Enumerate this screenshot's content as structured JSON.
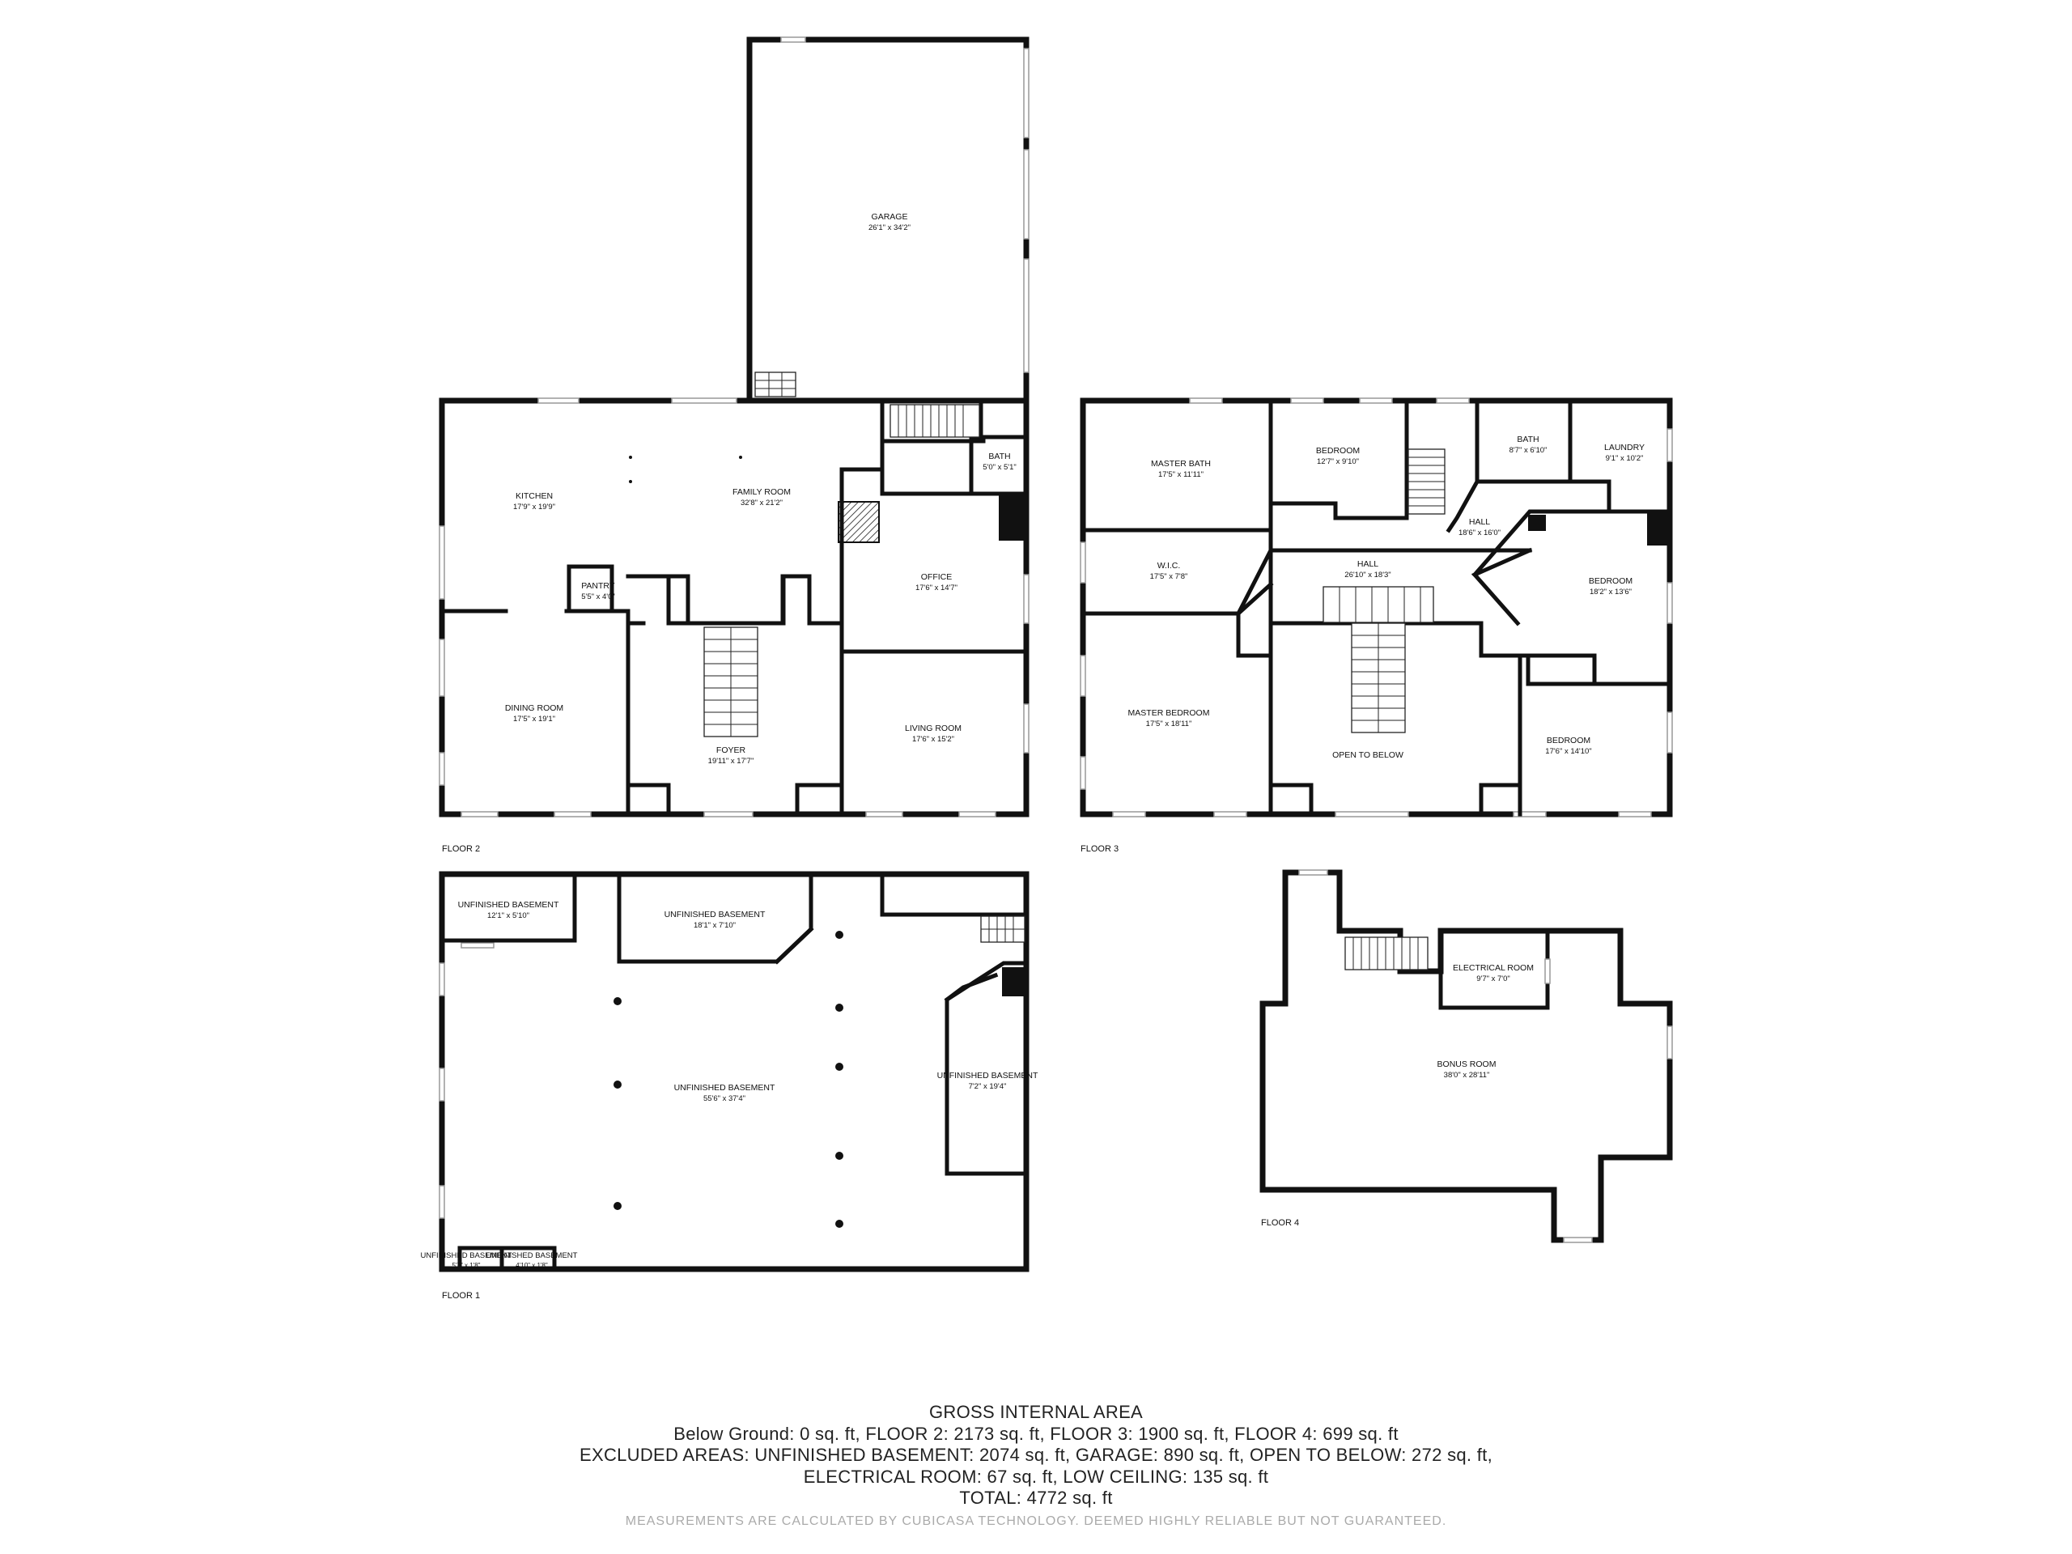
{
  "floors": [
    {
      "label": "FLOOR 2",
      "rooms": [
        {
          "name": "GARAGE",
          "dim": "26'1\" x 34'2\""
        },
        {
          "name": "KITCHEN",
          "dim": "17'9\" x 19'9\""
        },
        {
          "name": "FAMILY ROOM",
          "dim": "32'8\" x 21'2\""
        },
        {
          "name": "BATH",
          "dim": "5'0\" x 5'1\""
        },
        {
          "name": "PANTRY",
          "dim": "5'5\" x 4'0\""
        },
        {
          "name": "OFFICE",
          "dim": "17'6\" x 14'7\""
        },
        {
          "name": "DINING ROOM",
          "dim": "17'5\" x 19'1\""
        },
        {
          "name": "FOYER",
          "dim": "19'11\" x 17'7\""
        },
        {
          "name": "LIVING ROOM",
          "dim": "17'6\" x 15'2\""
        }
      ]
    },
    {
      "label": "FLOOR 3",
      "rooms": [
        {
          "name": "MASTER BATH",
          "dim": "17'5\" x 11'11\""
        },
        {
          "name": "BEDROOM",
          "dim": "12'7\" x 9'10\""
        },
        {
          "name": "BATH",
          "dim": "8'7\" x 6'10\""
        },
        {
          "name": "LAUNDRY",
          "dim": "9'1\" x 10'2\""
        },
        {
          "name": "HALL",
          "dim": "18'6\" x 16'0\""
        },
        {
          "name": "HALL",
          "dim": "26'10\" x 18'3\""
        },
        {
          "name": "W.I.C.",
          "dim": "17'5\" x 7'8\""
        },
        {
          "name": "BEDROOM",
          "dim": "18'2\" x 13'6\""
        },
        {
          "name": "MASTER BEDROOM",
          "dim": "17'5\" x 18'11\""
        },
        {
          "name": "OPEN TO BELOW",
          "dim": ""
        },
        {
          "name": "BEDROOM",
          "dim": "17'6\" x 14'10\""
        }
      ]
    },
    {
      "label": "FLOOR 1",
      "rooms": [
        {
          "name": "UNFINISHED BASEMENT",
          "dim": "12'1\" x 5'10\""
        },
        {
          "name": "UNFINISHED BASEMENT",
          "dim": "18'1\" x 7'10\""
        },
        {
          "name": "UNFINISHED BASEMENT",
          "dim": "55'6\" x 37'4\""
        },
        {
          "name": "UNFINISHED BASEMENT",
          "dim": "7'2\" x 19'4\""
        },
        {
          "name": "UNFINISHED BASEMENT",
          "dim": "5'7\" x 1'8\""
        },
        {
          "name": "UNFINISHED BASEMENT",
          "dim": "4'10\" x 1'8\""
        }
      ]
    },
    {
      "label": "FLOOR 4",
      "rooms": [
        {
          "name": "ELECTRICAL ROOM",
          "dim": "9'7\" x 7'0\""
        },
        {
          "name": "BONUS ROOM",
          "dim": "38'0\" x 28'11\""
        }
      ]
    }
  ],
  "summary": {
    "title": "GROSS INTERNAL AREA",
    "line1": "Below Ground: 0 sq. ft, FLOOR 2: 2173 sq. ft, FLOOR 3: 1900 sq. ft, FLOOR 4: 699 sq. ft",
    "line2": "EXCLUDED AREAS: UNFINISHED BASEMENT: 2074 sq. ft, GARAGE: 890 sq. ft, OPEN TO BELOW: 272 sq. ft,",
    "line3": "ELECTRICAL ROOM: 67 sq. ft, LOW CEILING: 135 sq. ft",
    "total": "TOTAL: 4772 sq. ft",
    "disclaimer": "MEASUREMENTS ARE CALCULATED BY CUBICASA TECHNOLOGY. DEEMED HIGHLY RELIABLE BUT NOT GUARANTEED."
  }
}
